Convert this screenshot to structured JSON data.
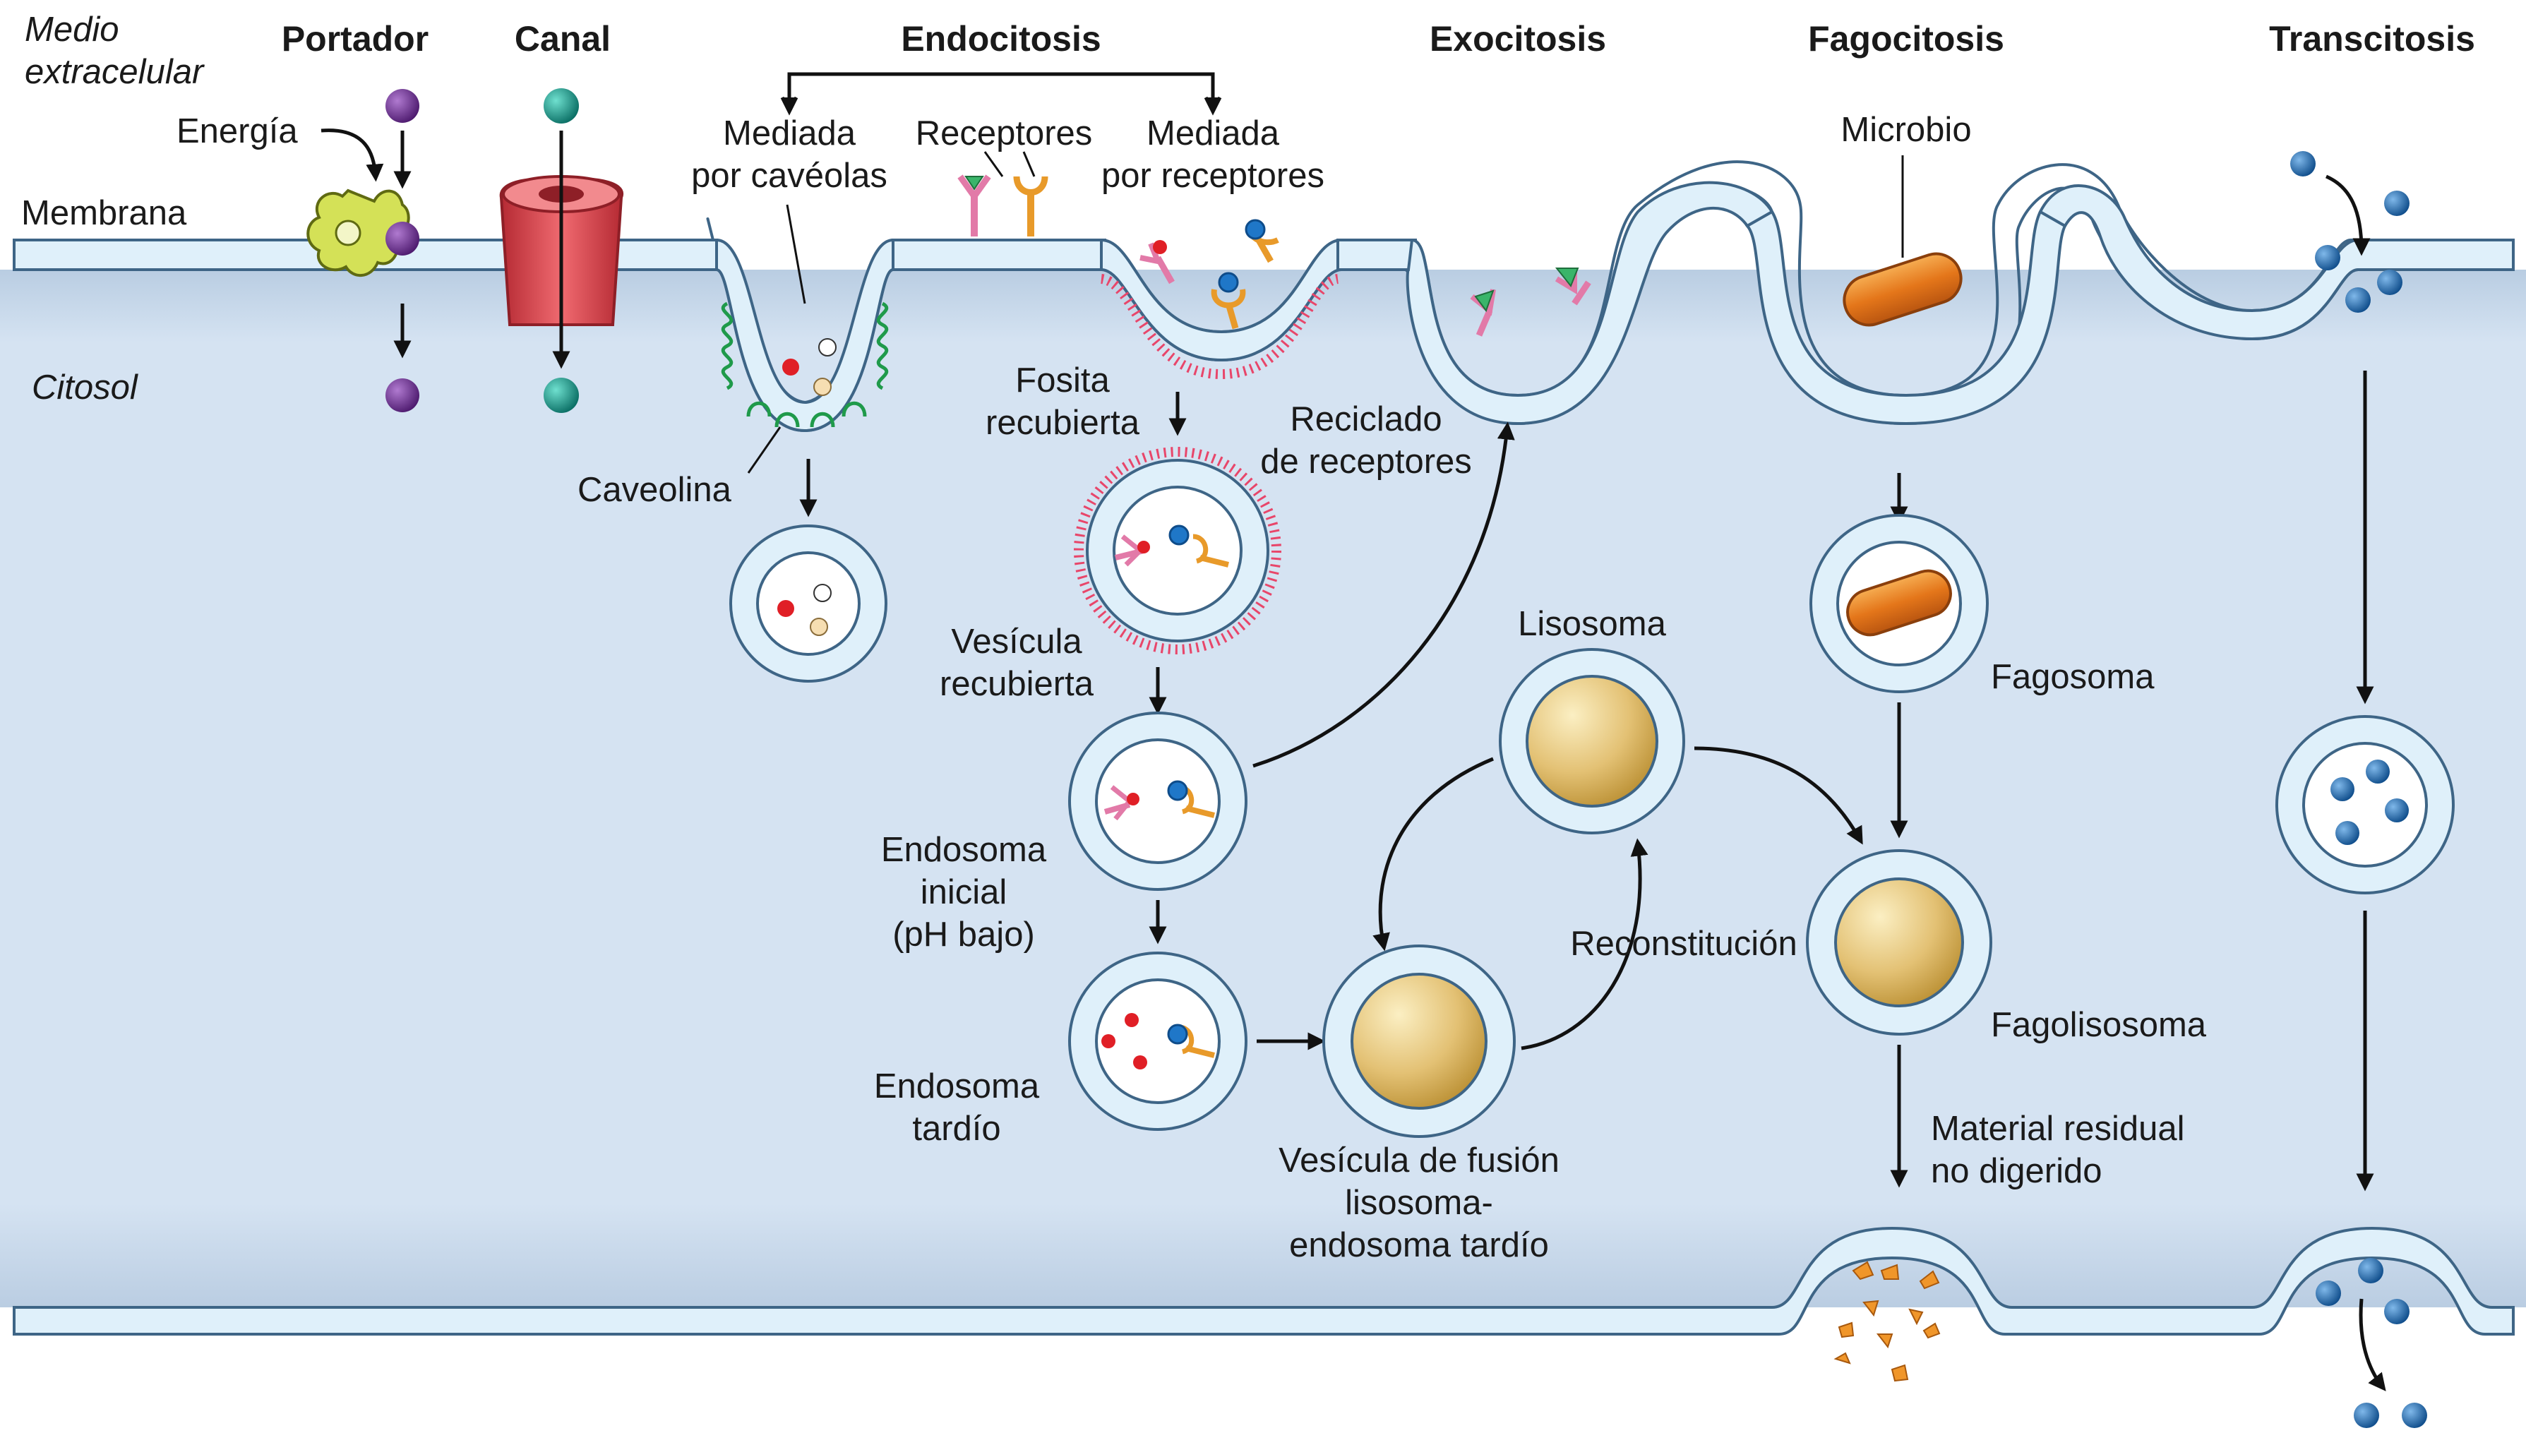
{
  "zones": {
    "extracellular": [
      "Medio",
      "extracelular"
    ],
    "membrane": "Membrana",
    "cytosol": "Citosol"
  },
  "headers": {
    "carrier": "Portador",
    "channel": "Canal",
    "endocytosis": "Endocitosis",
    "exocytosis": "Exocitosis",
    "phagocytosis": "Fagocitosis",
    "transcytosis": "Transcitosis"
  },
  "labels": {
    "energy": "Energía",
    "caveolae": [
      "Mediada",
      "por cavéolas"
    ],
    "receptors": "Receptores",
    "receptor_mediated": [
      "Mediada",
      "por receptores"
    ],
    "caveolin": "Caveolina",
    "coated_pit": [
      "Fosita",
      "recubierta"
    ],
    "receptor_recycling": [
      "Reciclado",
      "de receptores"
    ],
    "coated_vesicle": [
      "Vesícula",
      "recubierta"
    ],
    "early_endosome": [
      "Endosoma",
      "inicial",
      "(pH bajo)"
    ],
    "late_endosome": [
      "Endosoma",
      "tardío"
    ],
    "lysosome": "Lisosoma",
    "reconstitution": "Reconstitución",
    "fusion_vesicle": [
      "Vesícula de fusión",
      "lisosoma-",
      "endosoma tardío"
    ],
    "microbe": "Microbio",
    "phagosome": "Fagosoma",
    "phagolysosome": "Fagolisosoma",
    "residual": [
      "Material residual",
      "no digerido"
    ]
  },
  "colors": {
    "cytosol": "#d6e4f3",
    "membrane_fill": "#dff0fa",
    "membrane_stroke": "#4a6f8e",
    "carrier": "#d4e157",
    "channel": "#e5474e",
    "purple_molecule": "#6a2d8f",
    "teal_molecule": "#14988a",
    "caveolin": "#1f9a4a",
    "clathrin": "#e8466a",
    "receptor_pink": "#e27aa8",
    "receptor_orange": "#e89a2a",
    "ligand_blue": "#1f77c8",
    "microbe": "#e87a1c",
    "lysosome_gold": "#d6aa3c",
    "transcytosis_blue": "#1f6fb8"
  },
  "icons": {
    "carrier": "carrier-protein-icon",
    "channel": "channel-protein-icon",
    "receptor": "receptor-icon",
    "microbe": "microbe-icon"
  }
}
